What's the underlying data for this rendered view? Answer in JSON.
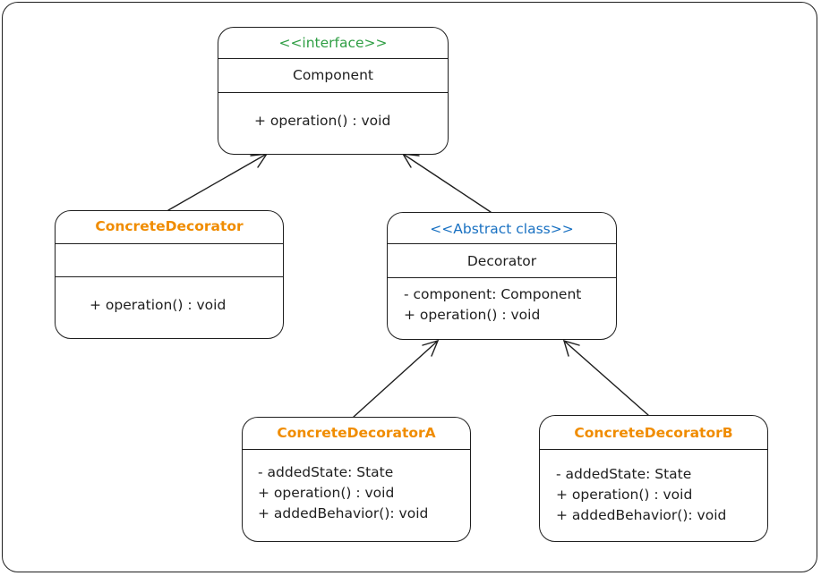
{
  "colors": {
    "stroke": "#1e1e1e",
    "interface": "#2f9e44",
    "abstract": "#1971c2",
    "concrete": "#f08c00"
  },
  "component": {
    "stereotype": "<<interface>>",
    "name": "Component",
    "methods": [
      "+ operation() : void"
    ]
  },
  "concrete_decorator": {
    "name": "ConcreteDecorator",
    "methods": [
      "+ operation() : void"
    ]
  },
  "decorator": {
    "stereotype": "<<Abstract class>>",
    "name": "Decorator",
    "members": [
      "- component: Component",
      "+ operation() : void"
    ]
  },
  "concrete_decorator_a": {
    "name": "ConcreteDecoratorA",
    "members": [
      "- addedState: State",
      "+ operation() : void",
      "+ addedBehavior(): void"
    ]
  },
  "concrete_decorator_b": {
    "name": "ConcreteDecoratorB",
    "members": [
      "- addedState: State",
      "+ operation() : void",
      "+ addedBehavior(): void"
    ]
  }
}
